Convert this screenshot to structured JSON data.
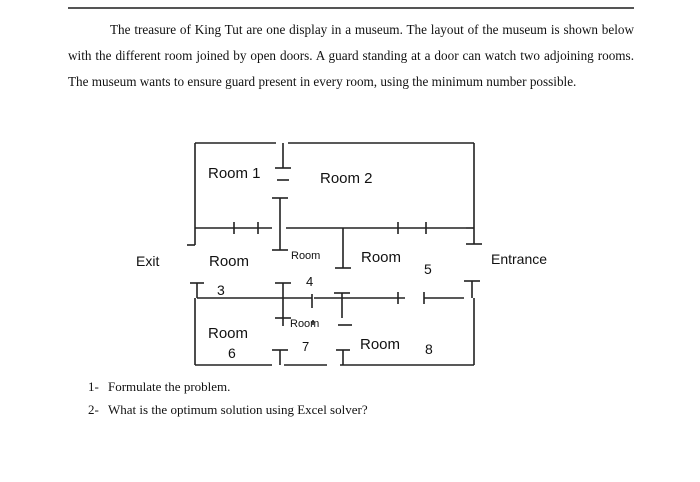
{
  "problem": {
    "paragraph": "The treasure of King Tut are one display in a museum. The layout of the museum is shown below with the different room joined by open doors. A guard standing at a door can watch two adjoining rooms. The museum wants to ensure guard present in every room, using the minimum number possible."
  },
  "floor_plan": {
    "room1": "Room 1",
    "room2": "Room  2",
    "room3_word": "Room",
    "room3_num": "3",
    "room4_word": "Room",
    "room4_num": "4",
    "room5_word": "Room",
    "room5_num": "5",
    "room6_word": "Room",
    "room6_num": "6",
    "room7_word": "Room",
    "room7_num": "7",
    "room8_word": "Room",
    "room8_num": "8",
    "exit": "Exit",
    "entrance": "Entrance"
  },
  "questions": [
    {
      "number": "1-",
      "text": "Formulate the problem."
    },
    {
      "number": "2-",
      "text": "What is the optimum solution using Excel solver?"
    }
  ]
}
